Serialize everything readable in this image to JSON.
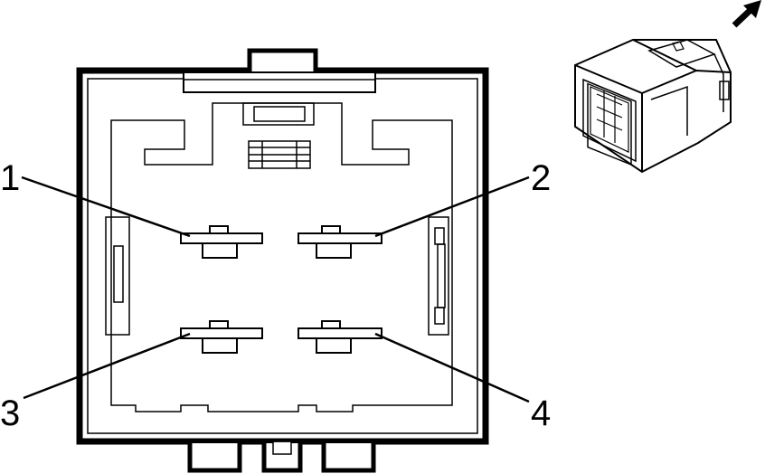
{
  "diagram": {
    "pin_labels": [
      "1",
      "2",
      "3",
      "4"
    ],
    "colors": {
      "line": "#000000",
      "background": "#ffffff"
    },
    "icons": {
      "inset": "connector-3d-view",
      "arrow": "direction-arrow-icon"
    }
  }
}
